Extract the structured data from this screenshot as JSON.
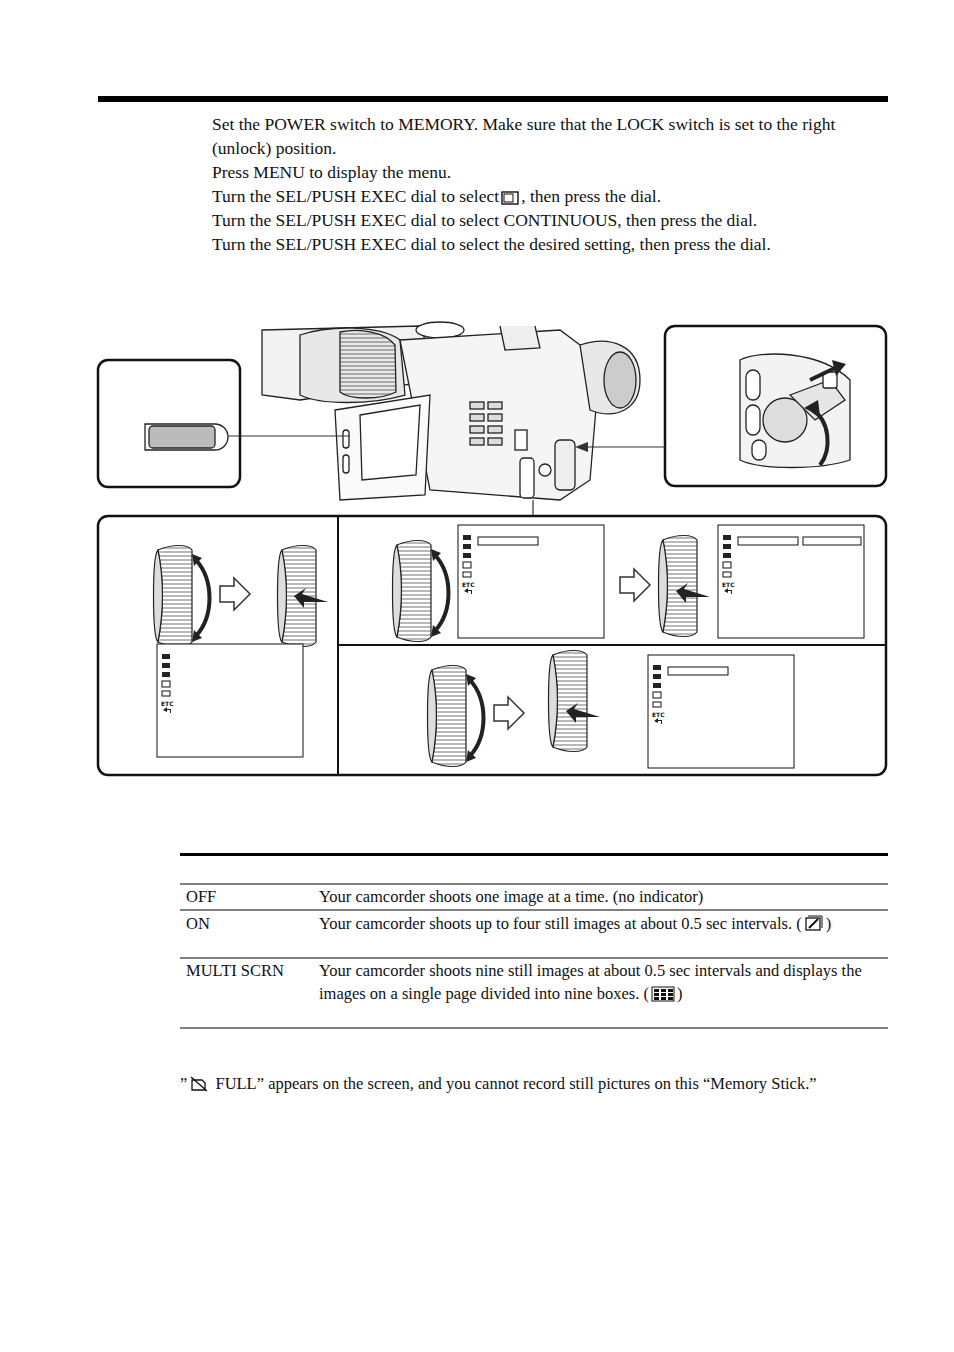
{
  "diagram": {
    "labels": [
      "Set the POWER switch to MEMORY. Make sure that the LOCK switch is set to the right (unlock) position.",
      "Press MENU to display the menu.",
      "Turn the SEL/PUSH EXEC dial to select",
      ", then press the dial.",
      "Turn the SEL/PUSH EXEC dial to select CONTINUOUS, then press the dial.",
      "Turn the SEL/PUSH EXEC dial to select the desired setting, then press the dial.",
      "OFF",
      "Your camcorder shoots one image at a time. (no indicator)",
      "ON",
      "Your camcorder shoots up to four still images at about 0.5 sec intervals. (",
      ")",
      "MULTI SCRN",
      "Your camcorder shoots nine still images at about 0.5 sec intervals and displays the images on a single page divided into nine boxes. (",
      ")",
      "”",
      " FULL” appears on the screen, and you cannot record still pictures on this “Memory Stick.”",
      "ETC",
      "ETC",
      "ETC",
      "ETC"
    ]
  }
}
